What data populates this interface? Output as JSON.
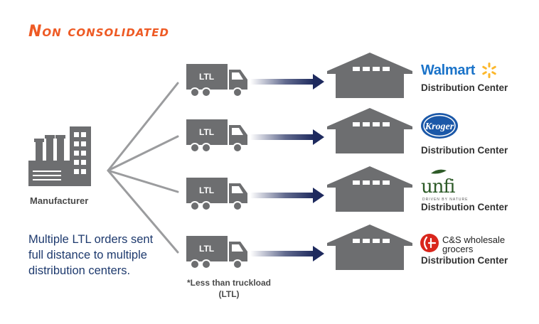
{
  "title": "Non consolidated",
  "manufacturer_label": "Manufacturer",
  "description": "Multiple LTL orders sent full distance to multiple distribution centers.",
  "ltl_note": "*Less than truckload (LTL)",
  "truck_label": "LTL",
  "destinations": [
    {
      "brand": "Walmart",
      "label": "Distribution Center"
    },
    {
      "brand": "Kroger",
      "label": "Distribution Center"
    },
    {
      "brand": "unfi",
      "brand_tagline": "DRIVEN BY NATURE",
      "label": "Distribution Center"
    },
    {
      "brand": "C&S wholesale grocers",
      "label": "Distribution Center"
    }
  ],
  "colors": {
    "title": "#ee5a24",
    "icon_gray": "#6d6e70",
    "arrow_navy": "#1e2a5e",
    "description_text": "#1e3a6e",
    "walmart_blue": "#1a73c9",
    "walmart_spark": "#fcb72b",
    "kroger_blue": "#1b58a8",
    "unfi_green": "#2d5a27",
    "cs_red": "#d9261c"
  }
}
